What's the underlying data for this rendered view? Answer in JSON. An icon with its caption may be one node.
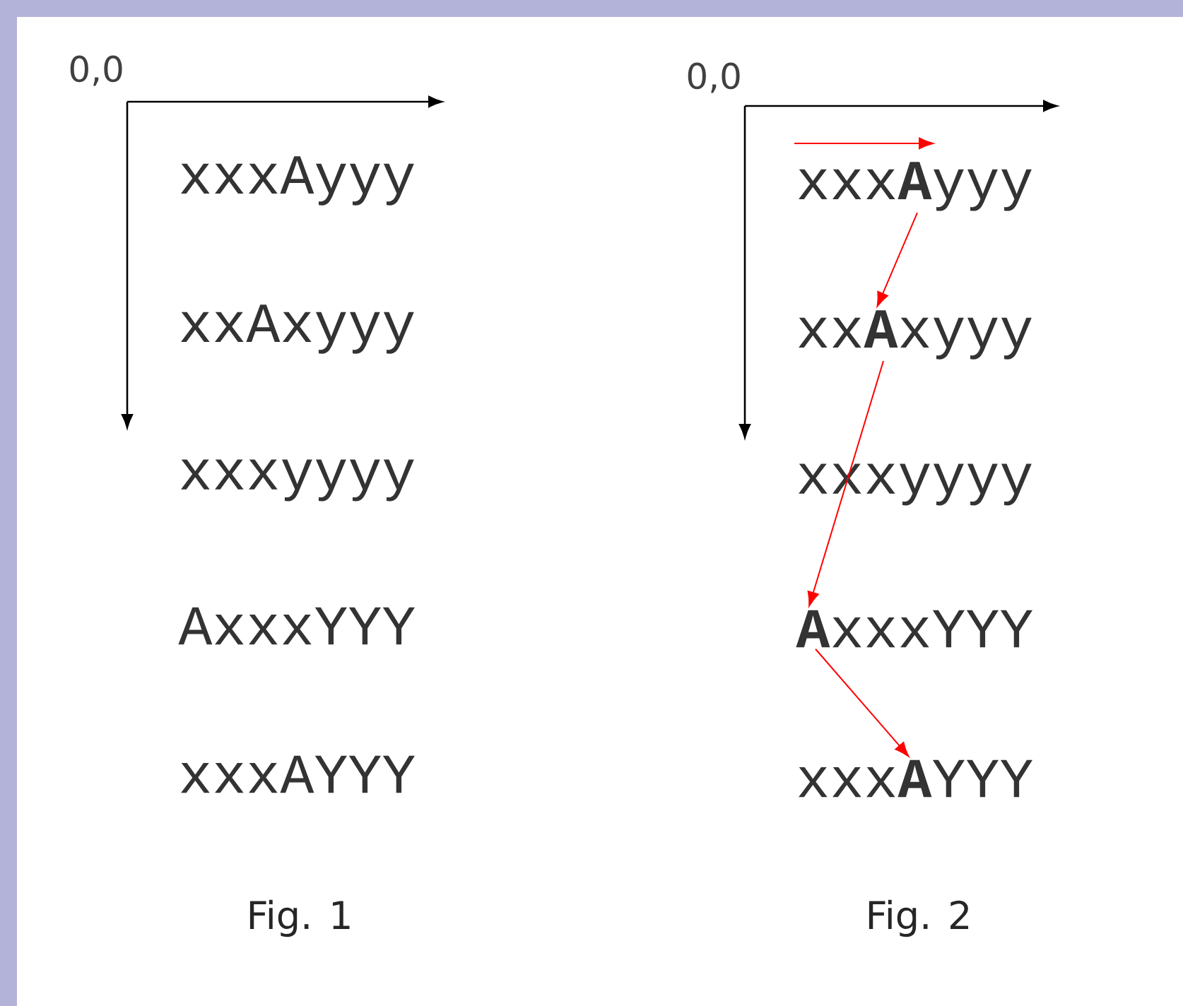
{
  "diagram": {
    "nodes": [
      {
        "text": [
          "xxx**A**yyy"
        ]
      },
      {
        "text": [
          "xx**A**xyyy"
        ]
      },
      {
        "text": [
          "**A**xxxYYY"
        ]
      },
      {
        "text": [
          "xxx**A**YYY"
        ]
      }
    ],
    "edges": [
      {
        "from": null,
        "to": 0,
        "arrow": "to"
      },
      {
        "from": 0,
        "to": 1,
        "arrow": "to"
      },
      {
        "from": 1,
        "to": 2,
        "arrow": "to"
      },
      {
        "from": 2,
        "to": 3,
        "arrow": "to"
      }
    ],
    "labels": [
      "0,0",
      "0,0",
      "xxxAyyy",
      "xxAxyyy",
      "xxxyyyy",
      "AxxxYYY",
      "xxxAYYY",
      "xxxyyyy",
      "Fig. 1",
      "Fig. 2"
    ]
  }
}
